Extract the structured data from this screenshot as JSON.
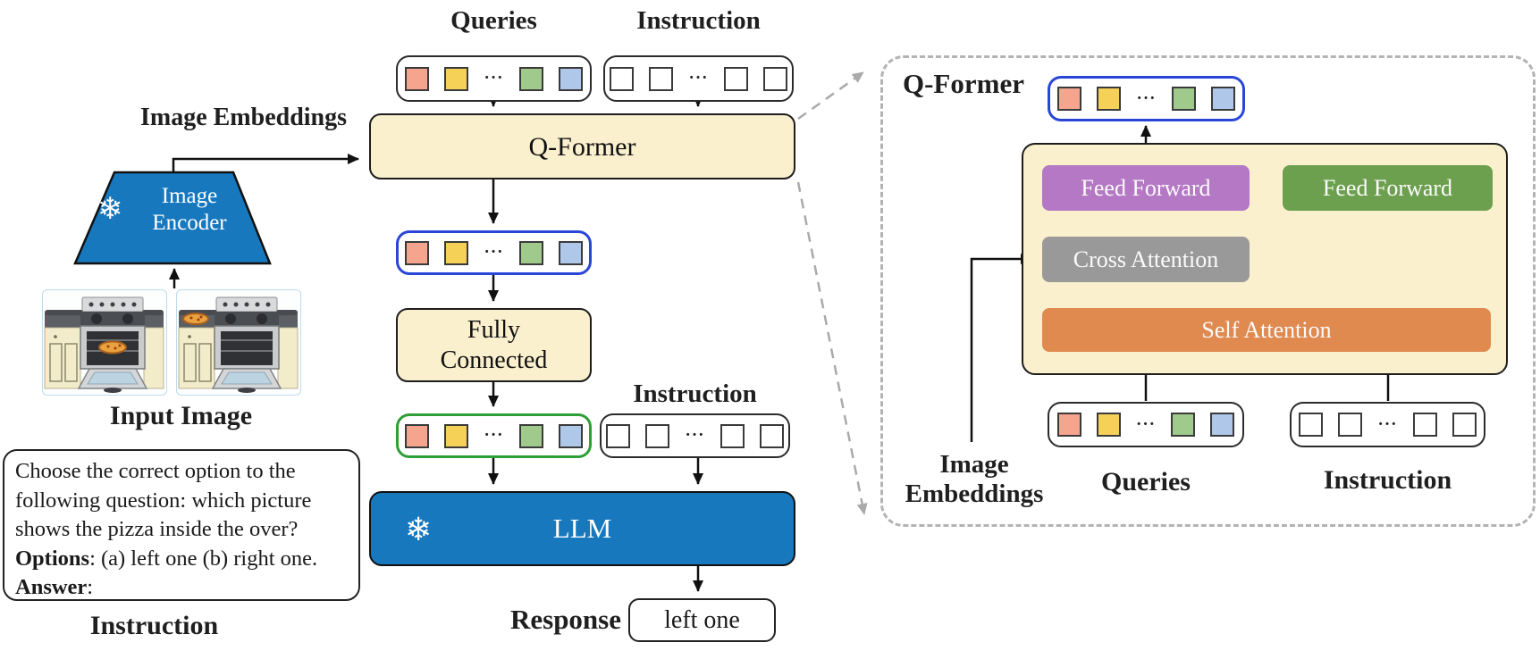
{
  "icons": {
    "snowflake": "❄",
    "ellipsis": "···"
  },
  "colors": {
    "cream_box": "#FAF0CE",
    "frozen_blue": "#1878BE",
    "purple_module": "#B478C4",
    "gray_module": "#999999",
    "orange_module": "#E08A50",
    "green_module": "#6CA04F",
    "blue_row_outline": "#2946D8",
    "green_row_outline": "#2E9E36",
    "dashed_panel_border": "#B3B3B3",
    "query_tokens": [
      "#F5A48E",
      "#F6D158",
      "dots",
      "#A0CA8B",
      "#AFC7E8"
    ],
    "instruction_tokens": [
      "#FFFFFF",
      "#FFFFFF",
      "dots",
      "#FFFFFF",
      "#FFFFFF"
    ]
  },
  "left": {
    "image_embeddings_label": "Image Embeddings",
    "image_encoder_line1": "Image",
    "image_encoder_line2": "Encoder",
    "input_image_label": "Input Image",
    "instruction_text": {
      "line1": "Choose the correct option to the",
      "line2": "following question: which picture",
      "line3": "shows the pizza inside the over?",
      "options_label": "Options",
      "options_rest": ": (a) left one (b) right one.",
      "answer_label": "Answer",
      "answer_rest": ":"
    },
    "instruction_label": "Instruction"
  },
  "middle": {
    "queries_label": "Queries",
    "instruction_top_label": "Instruction",
    "qformer_label": "Q-Former",
    "fully_connected_line1": "Fully",
    "fully_connected_line2": "Connected",
    "instruction_mid_label": "Instruction",
    "llm_label": "LLM",
    "response_label": "Response",
    "response_value": "left one"
  },
  "right": {
    "panel_title": "Q-Former",
    "feed_forward_left_label": "Feed Forward",
    "feed_forward_right_label": "Feed Forward",
    "cross_attention_label": "Cross Attention",
    "self_attention_label": "Self Attention",
    "image_embeddings_line1": "Image",
    "image_embeddings_line2": "Embeddings",
    "queries_label": "Queries",
    "instruction_label": "Instruction"
  }
}
